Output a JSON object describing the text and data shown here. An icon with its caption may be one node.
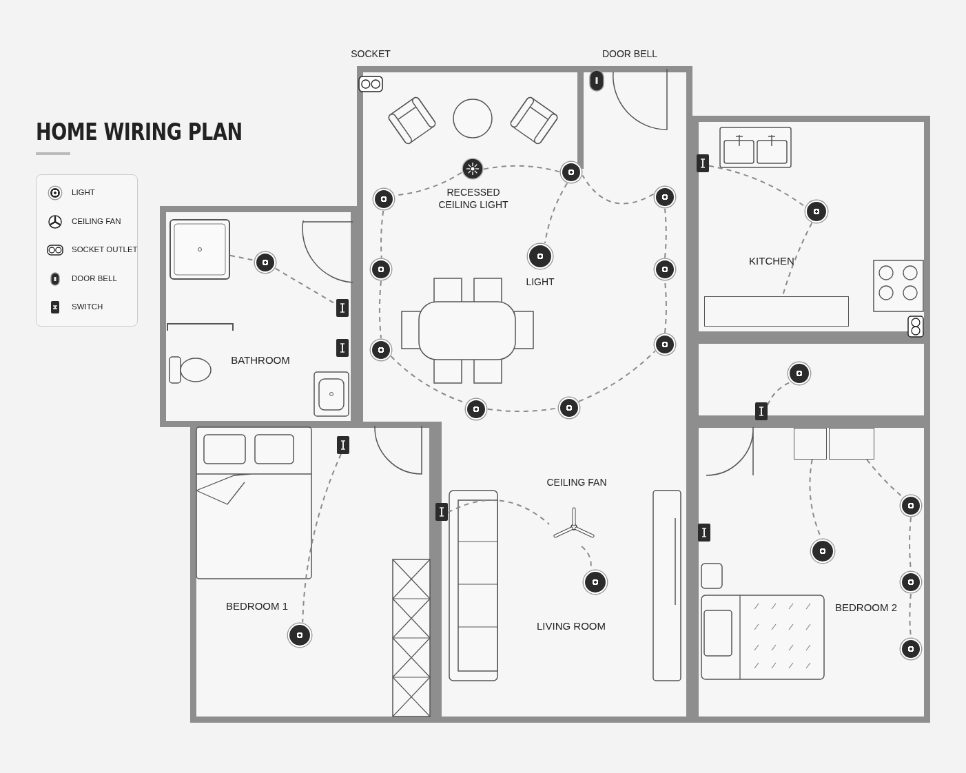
{
  "diagram": {
    "title": "HOME WIRING PLAN",
    "nodes": [
      {
        "text": [
          "BATHROOM"
        ]
      },
      {
        "text": [],
        "shape": "box",
        "in": 0
      },
      {
        "text": [],
        "shape": "circle",
        "in": 0
      },
      {
        "text": [],
        "shape": "box",
        "in": 0
      },
      {
        "text": [
          "LIVING ROOM"
        ]
      },
      {
        "text": [],
        "shape": "picture",
        "in": 4,
        "beside": [
          "SOCKET"
        ]
      },
      {
        "text": [],
        "shape": "picture",
        "in": 4,
        "beside": [
          "DOOR BELL"
        ]
      },
      {
        "text": [],
        "shape": "picture",
        "in": 4,
        "beside": [
          "RECESSED CEILING LIGHT"
        ]
      },
      {
        "text": [],
        "shape": "circle",
        "in": 4
      },
      {
        "text": [],
        "shape": "circle",
        "in": 4
      },
      {
        "text": [],
        "shape": "circle",
        "in": 4
      },
      {
        "text": [],
        "shape": "circle",
        "in": 4,
        "beside": [
          "LIGHT"
        ]
      },
      {
        "text": [],
        "shape": "circle",
        "in": 4
      },
      {
        "text": [],
        "shape": "circle",
        "in": 4
      },
      {
        "text": [],
        "shape": "circle",
        "in": 4
      },
      {
        "text": [],
        "shape": "circle",
        "in": 4
      },
      {
        "text": [],
        "shape": "circle",
        "in": 4
      },
      {
        "text": [],
        "shape": "circle",
        "in": 4
      },
      {
        "text": [],
        "shape": "box",
        "in": 4
      },
      {
        "text": [],
        "shape": "picture",
        "in": 4,
        "beside": [
          "CEILING FAN"
        ]
      },
      {
        "text": [],
        "shape": "circle",
        "in": 4
      },
      {
        "text": [
          "KITCHEN"
        ]
      },
      {
        "text": [],
        "shape": "box",
        "in": 21
      },
      {
        "text": [],
        "shape": "circle",
        "in": 21
      },
      {
        "text": [],
        "shape": "box",
        "in": 21
      },
      {
        "text": [],
        "shape": "box"
      },
      {
        "text": [],
        "shape": "circle",
        "in": 25
      },
      {
        "text": [],
        "shape": "box",
        "in": 25
      },
      {
        "text": [
          "BEDROOM 1"
        ]
      },
      {
        "text": [],
        "shape": "box",
        "in": 28
      },
      {
        "text": [],
        "shape": "circle",
        "in": 28
      },
      {
        "text": [
          "BEDROOM 2"
        ]
      },
      {
        "text": [],
        "shape": "box",
        "in": 31
      },
      {
        "text": [],
        "shape": "box",
        "in": 31
      },
      {
        "text": [],
        "shape": "circle",
        "in": 31
      },
      {
        "text": [],
        "shape": "circle",
        "in": 31
      },
      {
        "text": [],
        "shape": "circle",
        "in": 31
      },
      {
        "text": [],
        "shape": "circle",
        "in": 31
      }
    ],
    "edges": [
      {
        "from": 1,
        "to": 2,
        "arrow": "none",
        "style": "dashed"
      },
      {
        "from": 2,
        "to": 3,
        "arrow": "none",
        "style": "dashed"
      },
      {
        "from": 7,
        "to": 9,
        "arrow": "none",
        "style": "dashed"
      },
      {
        "from": 9,
        "to": 12,
        "arrow": "none",
        "style": "dashed"
      },
      {
        "from": 12,
        "to": 14,
        "arrow": "none",
        "style": "dashed"
      },
      {
        "from": 14,
        "to": 16,
        "arrow": "none",
        "style": "dashed"
      },
      {
        "from": 16,
        "to": 17,
        "arrow": "none",
        "style": "dashed"
      },
      {
        "from": 17,
        "to": 15,
        "arrow": "none",
        "style": "dashed"
      },
      {
        "from": 15,
        "to": 13,
        "arrow": "none",
        "style": "dashed"
      },
      {
        "from": 13,
        "to": 10,
        "arrow": "none",
        "style": "dashed"
      },
      {
        "from": 10,
        "to": 8,
        "arrow": "none",
        "style": "dashed"
      },
      {
        "from": 8,
        "to": 7,
        "arrow": "none",
        "style": "dashed"
      },
      {
        "from": 8,
        "to": 11,
        "arrow": "none",
        "style": "dashed"
      },
      {
        "from": 18,
        "to": 19,
        "arrow": "none",
        "style": "dashed"
      },
      {
        "from": 19,
        "to": 20,
        "arrow": "none",
        "style": "dashed"
      },
      {
        "from": 22,
        "to": 23,
        "arrow": "none",
        "style": "dashed"
      },
      {
        "from": 23,
        "to": 24,
        "arrow": "none",
        "style": "dashed"
      },
      {
        "from": 27,
        "to": 26,
        "arrow": "none",
        "style": "dashed"
      },
      {
        "from": 29,
        "to": 30,
        "arrow": "none",
        "style": "dashed"
      },
      {
        "from": 32,
        "to": 34,
        "arrow": "none",
        "style": "dashed"
      },
      {
        "from": 33,
        "to": 35,
        "arrow": "none",
        "style": "dashed"
      },
      {
        "from": 35,
        "to": 36,
        "arrow": "none",
        "style": "dashed"
      },
      {
        "from": 36,
        "to": 37,
        "arrow": "none",
        "style": "dashed"
      }
    ],
    "legend": [
      {
        "text": "LIGHT"
      },
      {
        "text": "CEILING FAN"
      },
      {
        "text": "SOCKET OUTLET"
      },
      {
        "text": "DOOR BELL"
      },
      {
        "text": "SWITCH"
      }
    ]
  }
}
